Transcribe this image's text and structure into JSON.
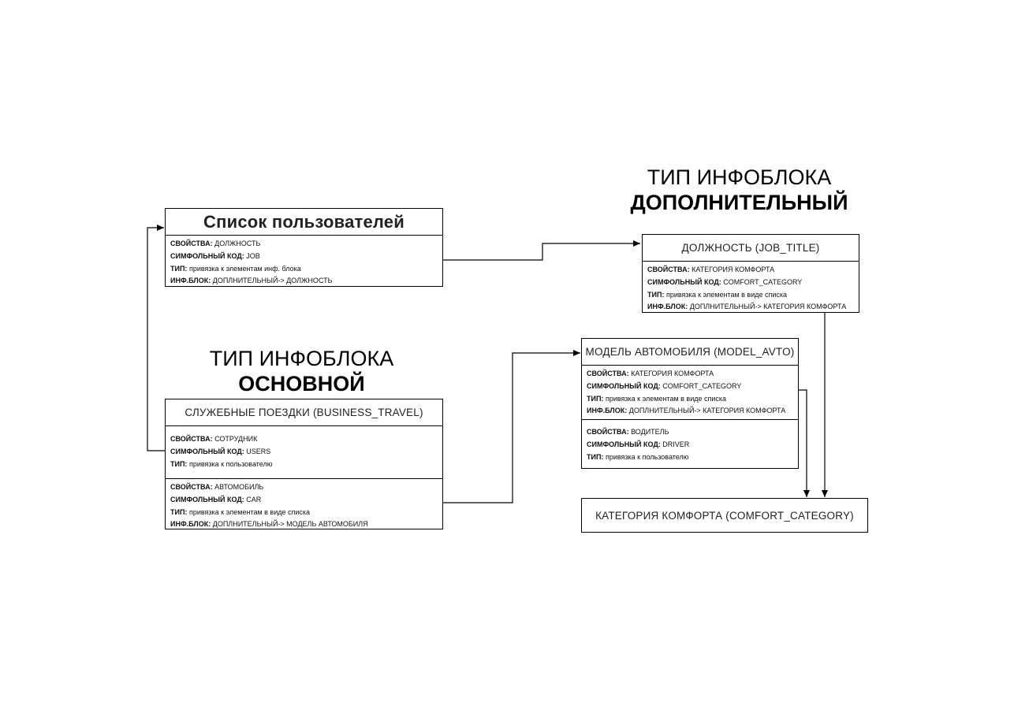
{
  "headings": {
    "additional": {
      "line1": "ТИП ИНФОБЛОКА",
      "line2": "ДОПОЛНИТЕЛЬНЫЙ"
    },
    "main": {
      "line1": "ТИП ИНФОБЛОКА",
      "line2": "ОСНОВНОЙ"
    }
  },
  "labels": {
    "props": "СВОЙСТВА:",
    "code": "СИМФОЛЬНЫЙ КОД:",
    "type": "ТИП:",
    "block": "ИНФ.БЛОК:"
  },
  "entities": {
    "users": {
      "title": "Список пользователей",
      "sections": [
        {
          "props": "ДОЛЖНОСТЬ",
          "code": "JOB",
          "type": "привязка к элементам инф. блока",
          "block": "ДОПЛНИТЕЛЬНЫЙ-> ДОЛЖНОСТЬ"
        }
      ]
    },
    "job_title": {
      "title": "ДОЛЖНОСТЬ (JOB_TITLE)",
      "sections": [
        {
          "props": "КАТЕГОРИЯ КОМФОРТА",
          "code": "COMFORT_CATEGORY",
          "type": "привязка к элементам в виде списка",
          "block": "ДОПЛНИТЕЛЬНЫЙ-> КАТЕГОРИЯ КОМФОРТА"
        }
      ]
    },
    "model_avto": {
      "title": "МОДЕЛЬ АВТОМОБИЛЯ (MODEL_AVTO)",
      "sections": [
        {
          "props": "КАТЕГОРИЯ КОМФОРТА",
          "code": "COMFORT_CATEGORY",
          "type": "привязка к элементам в виде списка",
          "block": "ДОПЛНИТЕЛЬНЫЙ-> КАТЕГОРИЯ КОМФОРТА"
        },
        {
          "props": "ВОДИТЕЛЬ",
          "code": "DRIVER",
          "type": "привязка к пользователю"
        }
      ]
    },
    "business_travel": {
      "title": "СЛУЖЕБНЫЕ ПОЕЗДКИ (BUSINESS_TRAVEL)",
      "sections": [
        {
          "props": "СОТРУДНИК",
          "code": "USERS",
          "type": "привязка к пользователю"
        },
        {
          "props": "АВТОМОБИЛЬ",
          "code": "CAR",
          "type": "привязка к элементам в виде списка",
          "block": "ДОПЛНИТЕЛЬНЫЙ-> МОДЕЛЬ АВТОМОБИЛЯ"
        }
      ]
    },
    "comfort_category": {
      "title": "КАТЕГОРИЯ КОМФОРТА (COMFORT_CATEGORY)"
    }
  }
}
